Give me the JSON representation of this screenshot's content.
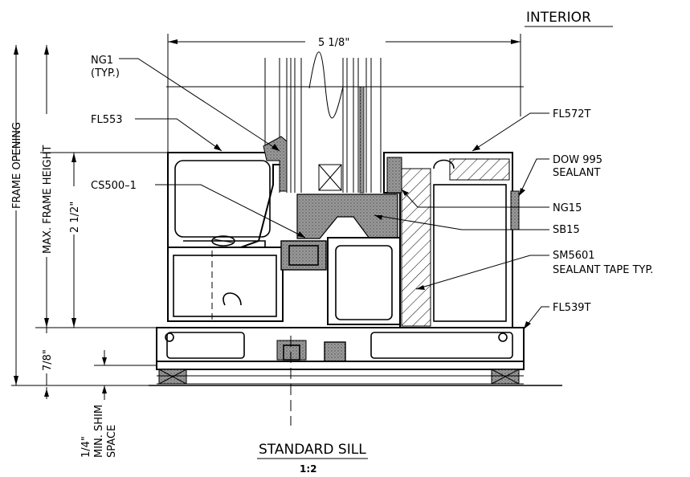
{
  "header": {
    "interior_label": "INTERIOR"
  },
  "callouts": {
    "ng1_line1": "NG1",
    "ng1_line2": "(TYP.)",
    "fl553": "FL553",
    "cs500": "CS500–1",
    "fl572t": "FL572T",
    "dow_line1": "DOW 995",
    "dow_line2": "SEALANT",
    "ng15": "NG15",
    "sb15": "SB15",
    "sm5601_line1": "SM5601",
    "sm5601_line2": "SEALANT TAPE TYP.",
    "fl539t": "FL539T"
  },
  "dimensions": {
    "top_width": "5 1/8\"",
    "frame_opening": "FRAME OPENING",
    "max_frame_height": "MAX. FRAME HEIGHT",
    "two_half": "2 1/2\"",
    "seven_eighths": "7/8\"",
    "quarter": "1/4\"",
    "min_shim_line1": "MIN. SHIM",
    "min_shim_line2": "SPACE"
  },
  "footer": {
    "title": "STANDARD SILL",
    "scale": "1:2"
  }
}
